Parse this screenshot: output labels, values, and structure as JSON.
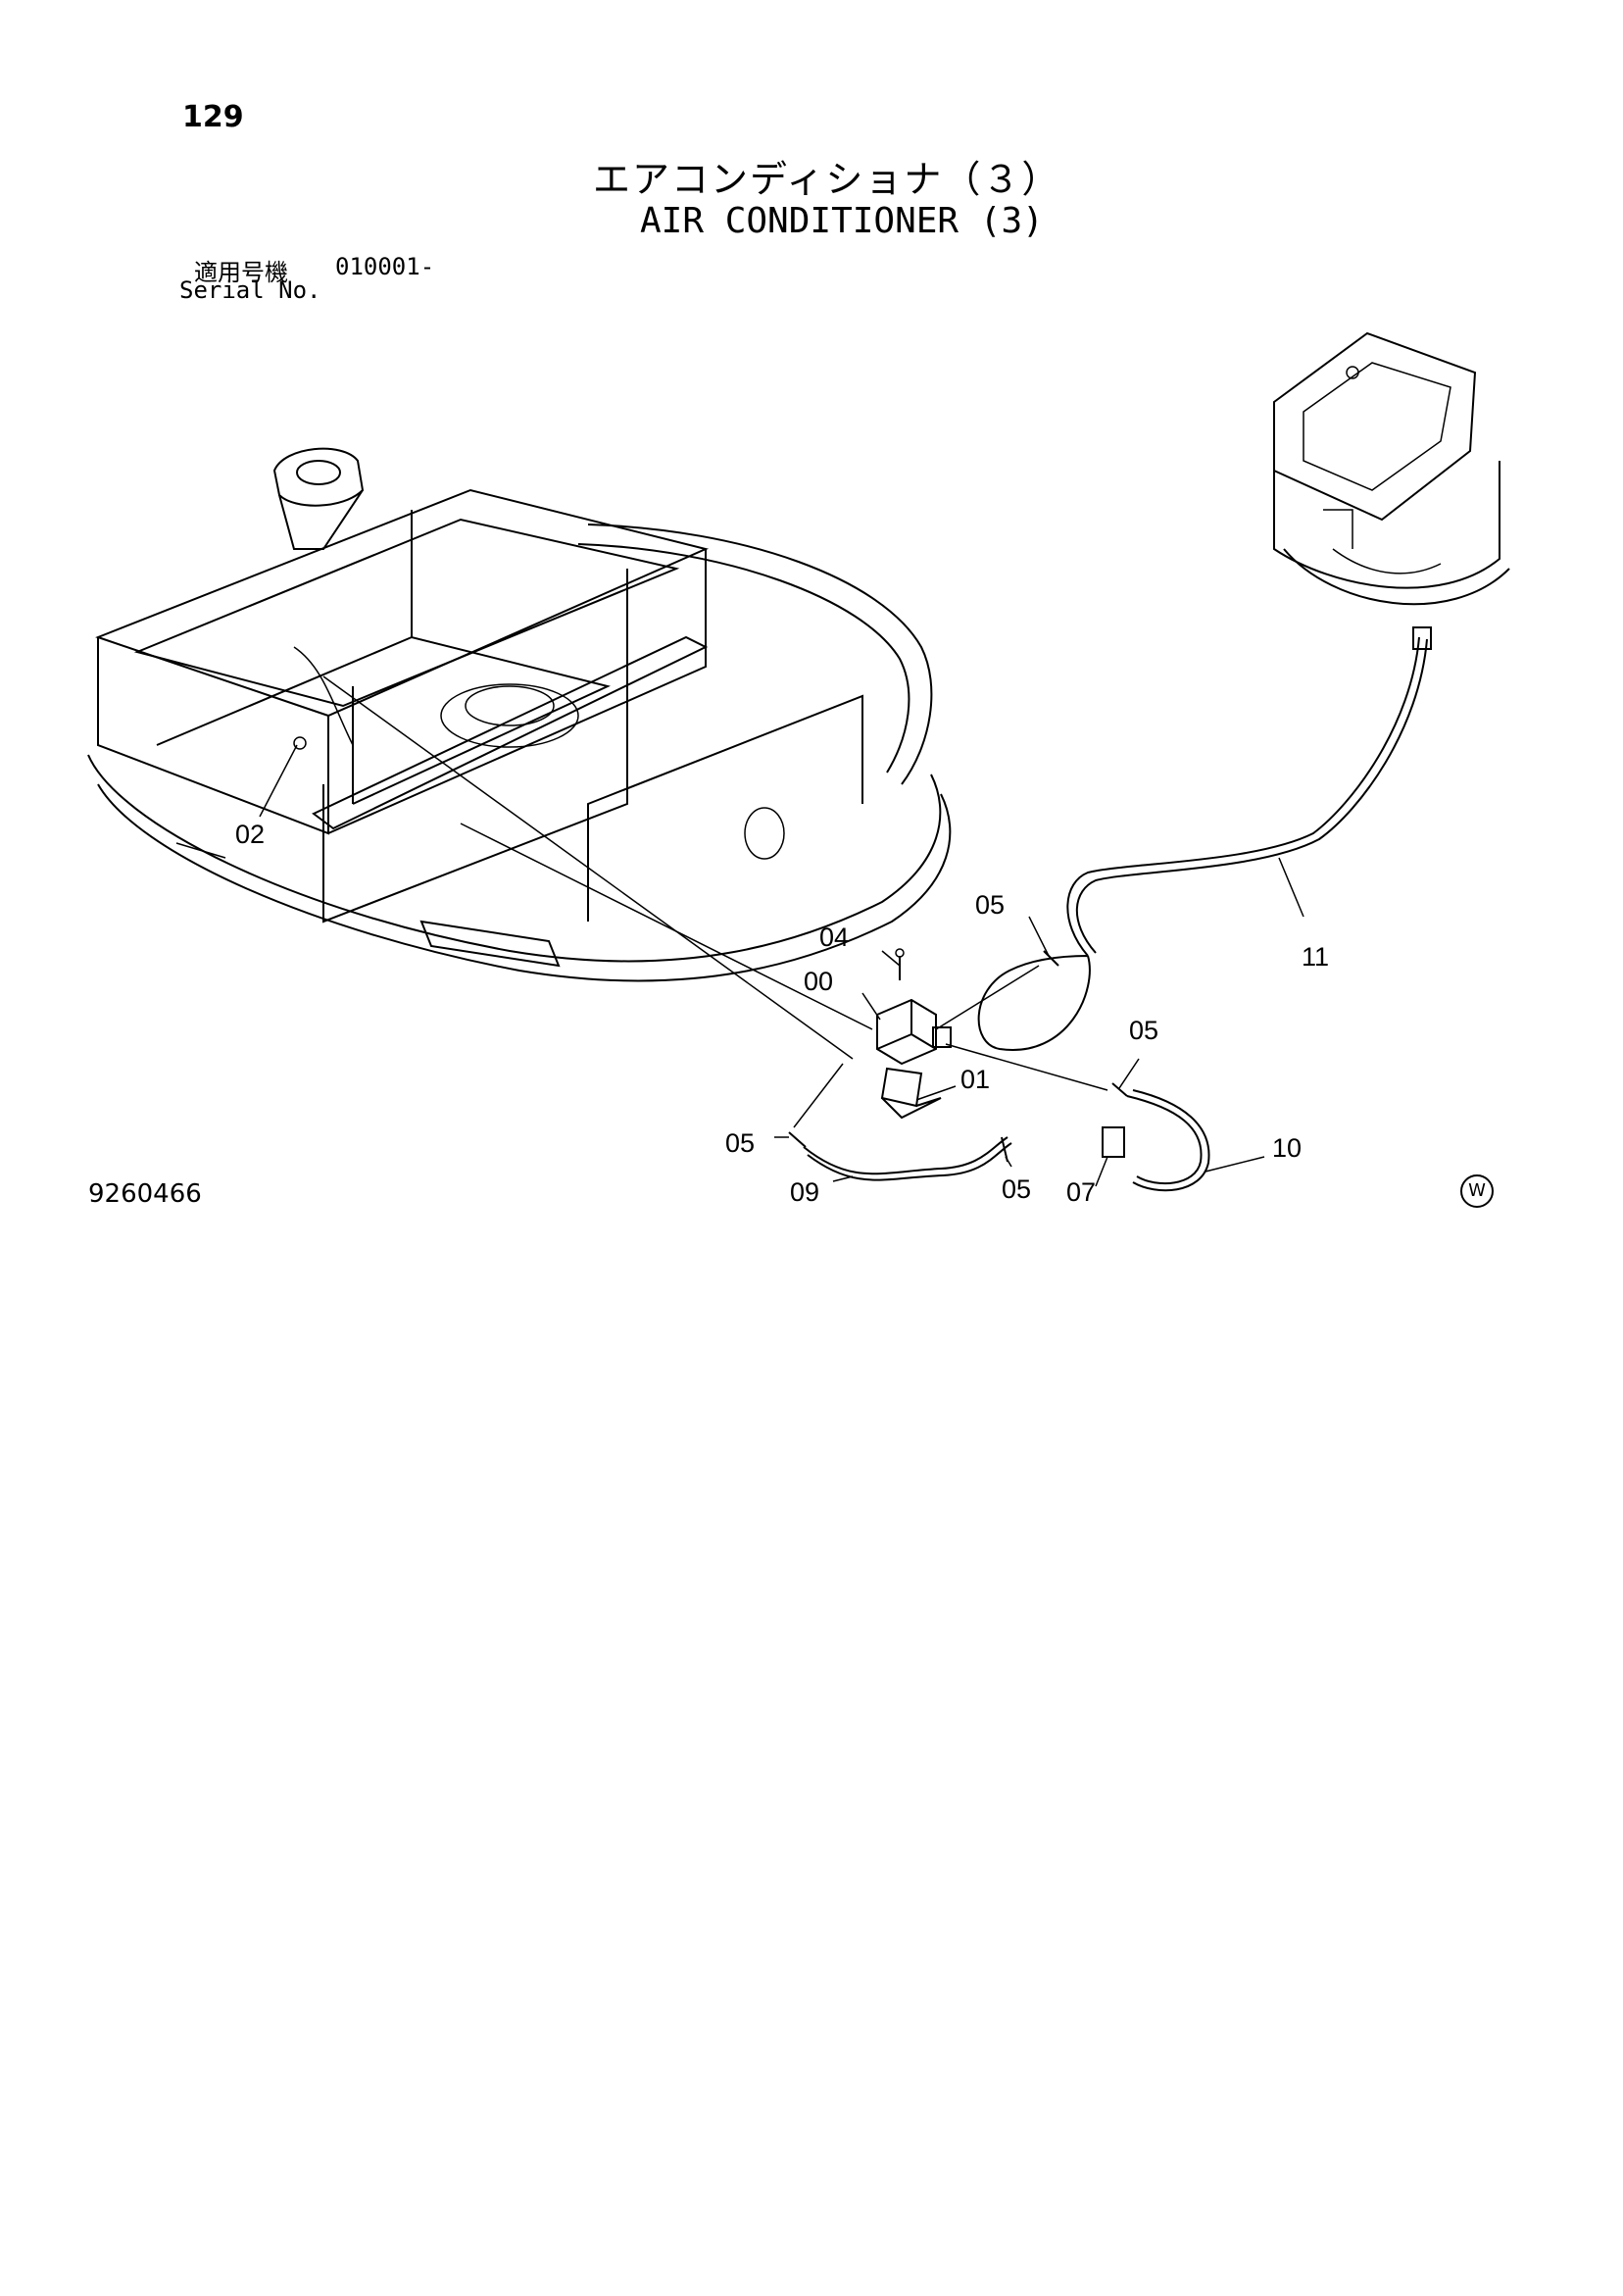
{
  "header": {
    "page_number": "129",
    "title_jp": "エアコンディショナ（３）",
    "title_en": "AIR CONDITIONER (3)",
    "serial_label_jp": "適用号機",
    "serial_label_en": "Serial No.",
    "serial_value": "010001-"
  },
  "footer": {
    "drawing_number": "9260466",
    "mark": "W"
  },
  "callouts": {
    "c02": "02",
    "c05a": "05",
    "c04": "04",
    "c00": "00",
    "c11": "11",
    "c05b": "05",
    "c01": "01",
    "c05c": "05",
    "c09": "09",
    "c05d": "05",
    "c07": "07",
    "c10": "10"
  }
}
